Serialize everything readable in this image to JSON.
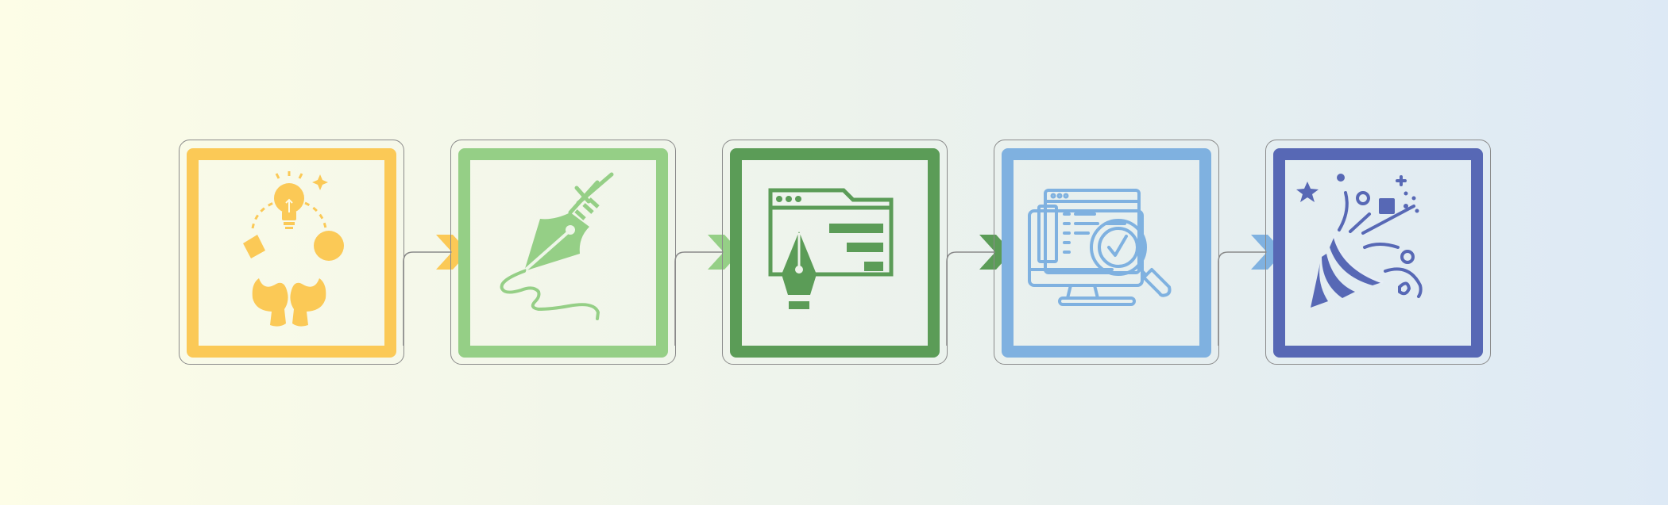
{
  "colors": {
    "background_start": "#fdfde7",
    "background_end": "#dde9f5",
    "outline": "#8a8a8a"
  },
  "steps": [
    {
      "id": "step-1",
      "icon": "idea-hands-icon",
      "color": "#fbc956"
    },
    {
      "id": "step-2",
      "icon": "pen-nib-signature-icon",
      "color": "#95cf86"
    },
    {
      "id": "step-3",
      "icon": "design-window-pen-icon",
      "color": "#5b9c57"
    },
    {
      "id": "step-4",
      "icon": "monitor-review-magnifier-icon",
      "color": "#7fb1e0"
    },
    {
      "id": "step-5",
      "icon": "party-popper-celebration-icon",
      "color": "#5768b5"
    }
  ],
  "connectors": [
    {
      "from": "step-1",
      "to": "step-2",
      "color": "#fbc956"
    },
    {
      "from": "step-2",
      "to": "step-3",
      "color": "#95cf86"
    },
    {
      "from": "step-3",
      "to": "step-4",
      "color": "#5b9c57"
    },
    {
      "from": "step-4",
      "to": "step-5",
      "color": "#7fb1e0"
    }
  ]
}
